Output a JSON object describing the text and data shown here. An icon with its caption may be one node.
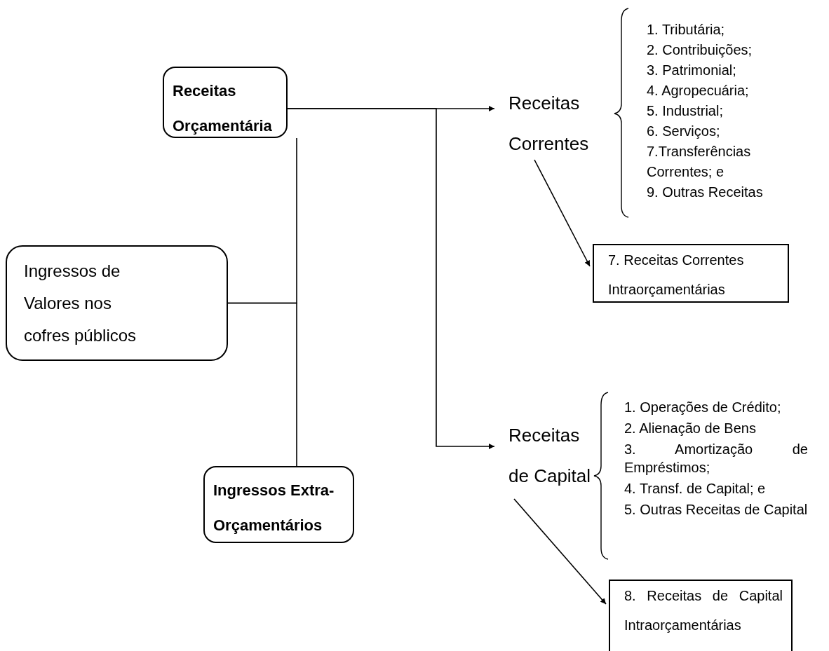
{
  "diagram": {
    "nodes": [
      {
        "text": [
          "Receitas Orçamentária"
        ]
      },
      {
        "text": [
          "Receitas Correntes"
        ]
      },
      {
        "text": [
          "7. Receitas Correntes Intraorçamentárias"
        ]
      },
      {
        "text": [
          "Ingressos de Valores nos cofres públicos"
        ]
      },
      {
        "text": [
          "Receitas de Capital"
        ]
      },
      {
        "text": [
          "Ingressos Extra-Orçamentários"
        ]
      },
      {
        "text": [
          "8. Receitas de Capital Intraorçamentárias"
        ]
      }
    ],
    "edges": [
      {
        "from": 0,
        "to": 1,
        "arrow": "to"
      },
      {
        "from": 0,
        "to": 4,
        "arrow": "to"
      },
      {
        "from": 1,
        "to": 2,
        "arrow": "to"
      },
      {
        "from": 3,
        "to": 0,
        "arrow": "none"
      },
      {
        "from": 3,
        "to": 5,
        "arrow": "none"
      },
      {
        "from": 4,
        "to": 6,
        "arrow": "to"
      }
    ],
    "labels": [
      "1. Tributária;",
      "2. Contribuições;",
      "3. Patrimonial;",
      "4. Agropecuária;",
      "5. Industrial;",
      "6. Serviços;",
      "7.Transferências Correntes; e",
      "9. Outras Receitas",
      "1. Operações de Crédito;",
      "2. Alienação de Bens",
      "3. Amortização de Empréstimos;",
      "4. Transf. de Capital; e",
      "5. Outras Receitas de Capital"
    ]
  }
}
